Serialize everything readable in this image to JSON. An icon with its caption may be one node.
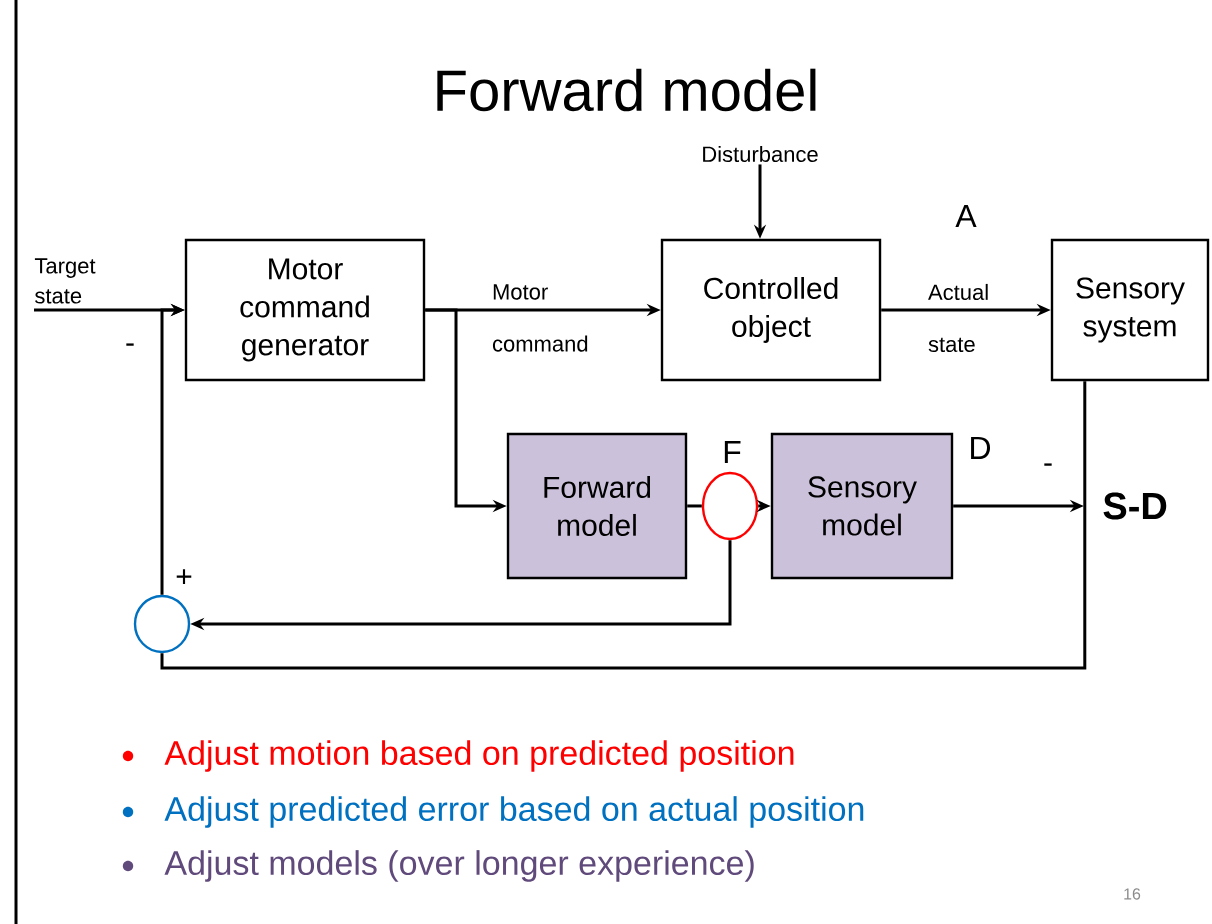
{
  "diagram": {
    "title": "Forward model",
    "nodes": [
      {
        "text": [
          "Motor command generator"
        ]
      },
      {
        "text": [
          "Controlled object"
        ]
      },
      {
        "text": [
          "Sensory system"
        ]
      },
      {
        "text": [
          "Forward model"
        ]
      },
      {
        "text": [
          "Sensory model"
        ]
      },
      {
        "text": [
          "Disturbance"
        ]
      },
      {
        "text": [
          "Target state"
        ]
      },
      {
        "text": [],
        "shape": "circle"
      },
      {
        "text": [],
        "shape": "circle"
      },
      {
        "text": [
          "S-D"
        ]
      }
    ],
    "edges": [
      {
        "from": 6,
        "to": 0,
        "arrow": "to"
      },
      {
        "from": 0,
        "to": 1,
        "arrow": "to",
        "label": "Motor command"
      },
      {
        "from": 0,
        "to": 3,
        "arrow": "to"
      },
      {
        "from": 5,
        "to": 1,
        "arrow": "to"
      },
      {
        "from": 1,
        "to": 2,
        "arrow": "to",
        "label": "Actual state"
      },
      {
        "from": 3,
        "to": 8,
        "arrow": "none"
      },
      {
        "from": 8,
        "to": 4,
        "arrow": "to"
      },
      {
        "from": 4,
        "to": 9,
        "arrow": "to"
      },
      {
        "from": 8,
        "to": 7,
        "arrow": "to"
      },
      {
        "from": 2,
        "to": 7,
        "arrow": "none"
      },
      {
        "from": 7,
        "to": 0,
        "arrow": "to"
      }
    ],
    "labels": [
      "A",
      "-",
      "D",
      "F",
      "-",
      "+",
      "Adjust motion based on predicted position",
      "Adjust predicted error based on actual position",
      "Adjust models (over longer experience)",
      "16"
    ]
  }
}
